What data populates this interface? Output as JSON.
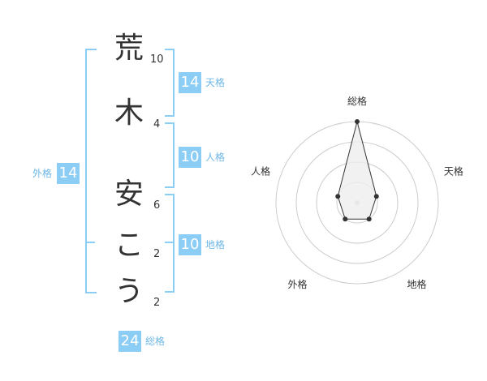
{
  "name": {
    "chars": [
      {
        "char": "荒",
        "strokes": "10"
      },
      {
        "char": "木",
        "strokes": "4"
      },
      {
        "char": "安",
        "strokes": "6"
      },
      {
        "char": "こ",
        "strokes": "2"
      },
      {
        "char": "う",
        "strokes": "2"
      }
    ]
  },
  "kaku": {
    "tenkaku": {
      "value": "14",
      "label": "天格"
    },
    "jinkaku": {
      "value": "10",
      "label": "人格"
    },
    "chikaku": {
      "value": "10",
      "label": "地格"
    },
    "gaikaku": {
      "value": "14",
      "label": "外格"
    },
    "soukaku": {
      "value": "24",
      "label": "総格"
    }
  },
  "chart_data": {
    "type": "radar",
    "axes": [
      "総格",
      "天格",
      "地格",
      "外格",
      "人格"
    ],
    "values": [
      4,
      1,
      1,
      1,
      1
    ],
    "rmax": 4,
    "rings": 4,
    "colors": {
      "ring": "#cccccc",
      "fill": "#eeeeee",
      "stroke": "#333333",
      "point": "#333333",
      "center": "#cccccc"
    }
  }
}
